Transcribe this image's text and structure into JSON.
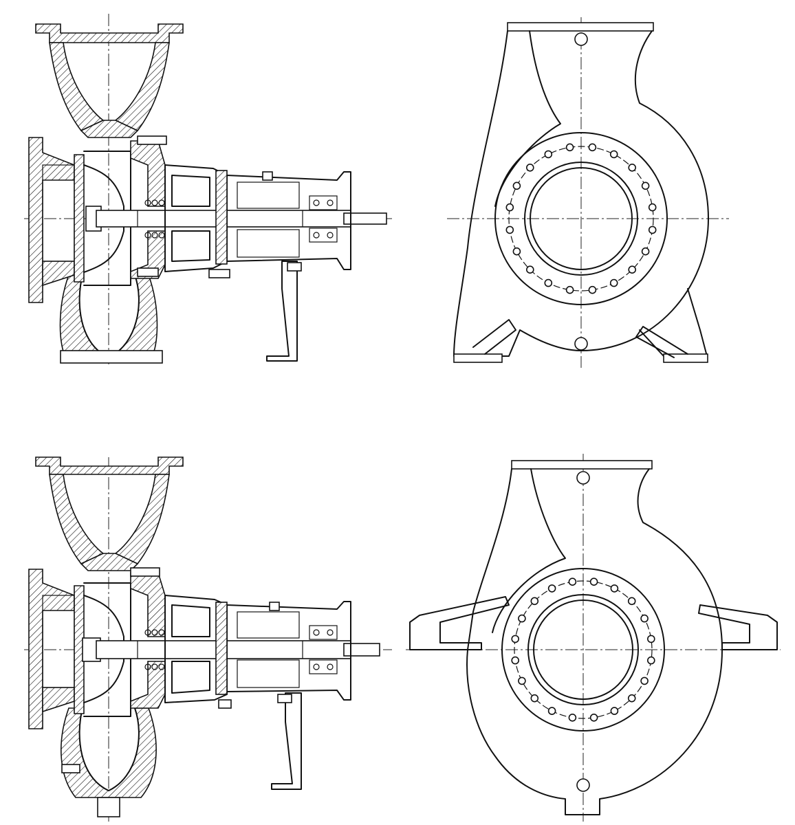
{
  "colors": {
    "ink": "#111111",
    "paper": "#ffffff"
  },
  "views": [
    {
      "id": "top-left",
      "kind": "sectional-side-view",
      "variant": "foot-mounted"
    },
    {
      "id": "top-right",
      "kind": "front-view",
      "variant": "foot-mounted",
      "flange_bolts": 20
    },
    {
      "id": "bottom-left",
      "kind": "sectional-side-view",
      "variant": "centerline-mounted"
    },
    {
      "id": "bottom-right",
      "kind": "front-view",
      "variant": "centerline-mounted",
      "flange_bolts": 20
    }
  ]
}
